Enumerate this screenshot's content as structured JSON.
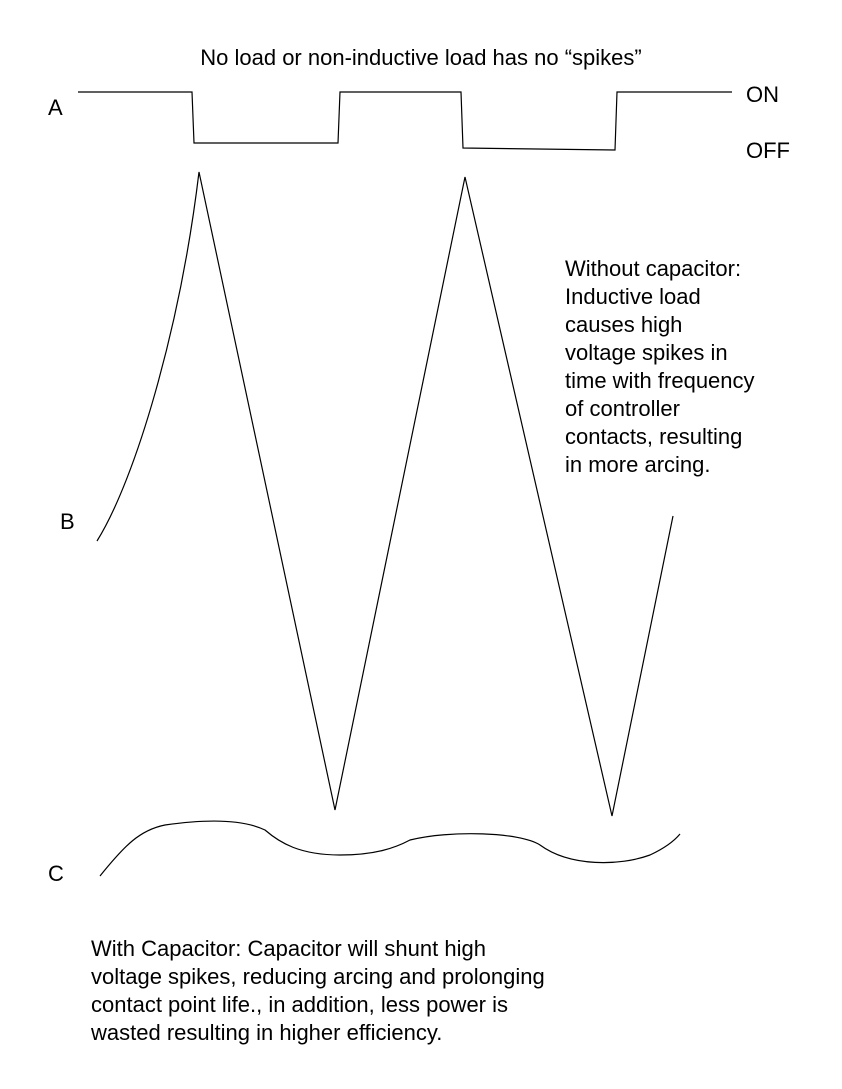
{
  "title": "No load or non-inductive load has no “spikes”",
  "labels": {
    "a": "A",
    "b": "B",
    "c": "C"
  },
  "states": {
    "on": "ON",
    "off": "OFF"
  },
  "note_b_lines": [
    "Without capacitor:",
    "Inductive load",
    "causes high",
    "voltage spikes in",
    "time with frequency",
    "of controller",
    "contacts, resulting",
    "in more arcing."
  ],
  "note_c_lines": [
    "With Capacitor: Capacitor will shunt high",
    "voltage spikes, reducing arcing and prolonging",
    "contact point life., in addition, less power is",
    "wasted resulting in higher efficiency."
  ],
  "colors": {
    "stroke": "#000000",
    "background": "#ffffff"
  }
}
